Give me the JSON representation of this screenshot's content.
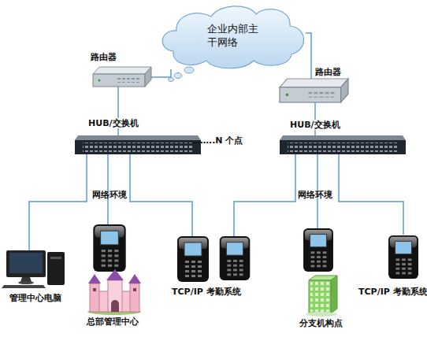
{
  "diagram": {
    "nodes": [
      {
        "text": [
          "企业内部主干网络"
        ]
      },
      {
        "text": [
          "路由器"
        ]
      },
      {
        "text": [
          "路由器"
        ]
      },
      {
        "text": [
          "HUB/交换机"
        ]
      },
      {
        "text": [
          "HUB/交换机"
        ]
      },
      {
        "text": [
          "管理中心电脑"
        ]
      },
      {
        "text": [
          "总部管理中心"
        ]
      },
      {
        "text": [
          "TCP/IP 考勤系统"
        ]
      },
      {
        "text": [
          "分支机构点"
        ]
      },
      {
        "text": [
          "TCP/IP 考勤系统"
        ]
      }
    ],
    "edges": [
      {
        "from": 0,
        "to": 1,
        "arrow": "none"
      },
      {
        "from": 0,
        "to": 2,
        "arrow": "none"
      },
      {
        "from": 1,
        "to": 3,
        "arrow": "none"
      },
      {
        "from": 2,
        "to": 4,
        "arrow": "none"
      },
      {
        "from": 3,
        "to": 5,
        "arrow": "none"
      },
      {
        "from": 3,
        "to": 6,
        "arrow": "none"
      },
      {
        "from": 3,
        "to": 7,
        "arrow": "none"
      },
      {
        "from": 4,
        "to": 8,
        "arrow": "none"
      },
      {
        "from": 4,
        "to": 9,
        "arrow": "none"
      }
    ],
    "labels": [
      "……..N 个点",
      "网络环境",
      "网络环境"
    ]
  }
}
